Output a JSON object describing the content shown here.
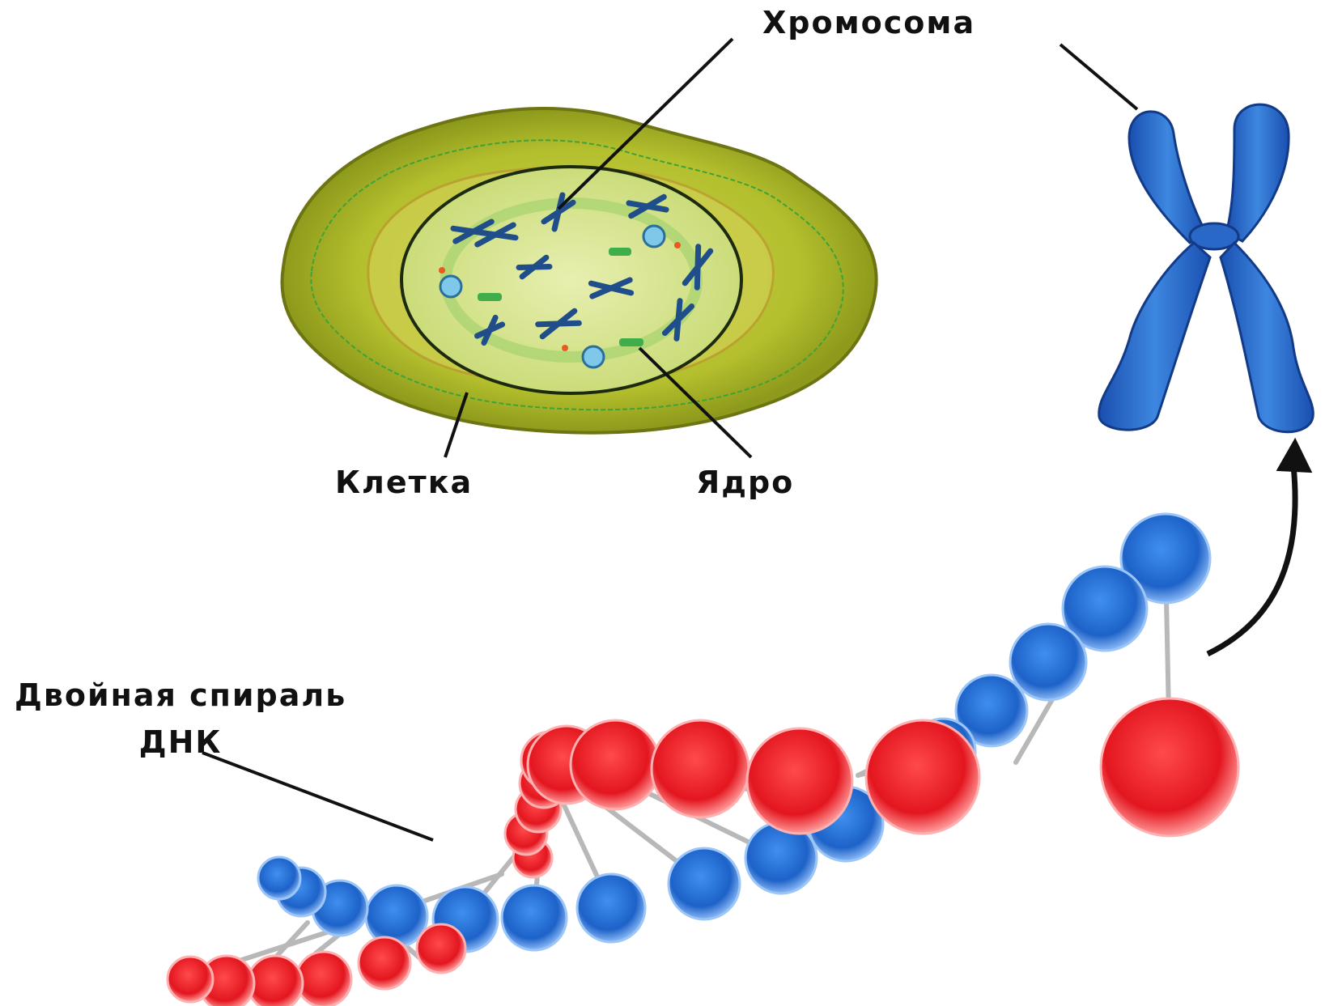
{
  "labels": {
    "chromosome": "Хромосома",
    "cell": "Клетка",
    "nucleus": "Ядро",
    "dna_line1": "Двойная спираль",
    "dna_line2": "ДНК"
  },
  "colors": {
    "cell_outer": "#9aa31f",
    "cell_inner": "#c8d34a",
    "nucleus": "#dfe89a",
    "chromosome_blue": "#2e6fd0",
    "dna_red": "#e8202a",
    "dna_blue": "#2a74d8",
    "rung": "#b8b8b8"
  },
  "icons": {
    "cell": "cell-icon",
    "chromosome": "chromosome-icon",
    "dna": "dna-helix-icon",
    "arrow": "curved-arrow-icon"
  }
}
